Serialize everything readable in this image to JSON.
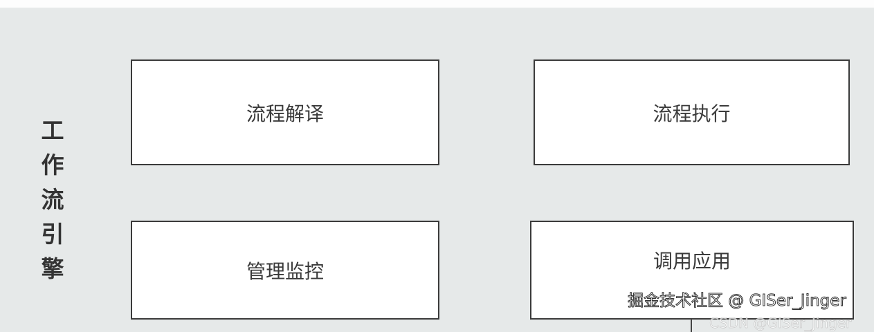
{
  "diagram": {
    "group_label": "工作流引擎",
    "boxes": [
      "流程解译",
      "流程执行",
      "管理监控",
      "调用应用"
    ]
  },
  "watermarks": [
    "掘金技术社区 @ GISer_Jinger",
    "CSDN @GISer_Jinger"
  ]
}
